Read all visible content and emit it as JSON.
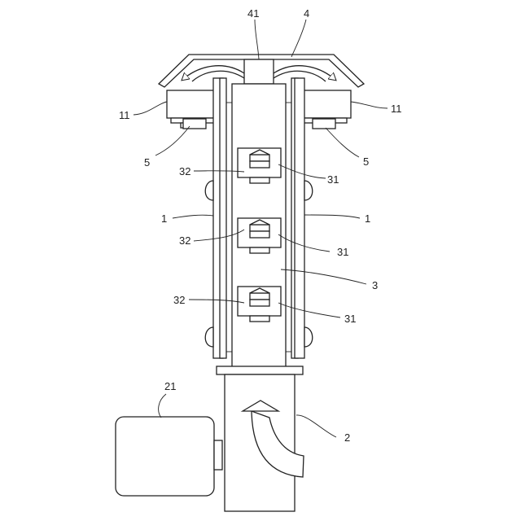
{
  "drawing": {
    "line_color": "#222222",
    "background": "#ffffff",
    "labels": {
      "hood_vent": "41",
      "hood": "4",
      "unit_left": "11",
      "unit_right": "11",
      "bracket_left": "5",
      "bracket_right": "5",
      "item_left_1": "32",
      "item_right_1": "31",
      "rail_left": "1",
      "rail_right": "1",
      "item_left_2": "32",
      "item_right_2": "31",
      "duct": "3",
      "item_left_3": "32",
      "item_right_3": "31",
      "motor": "21",
      "inlet": "2"
    }
  }
}
